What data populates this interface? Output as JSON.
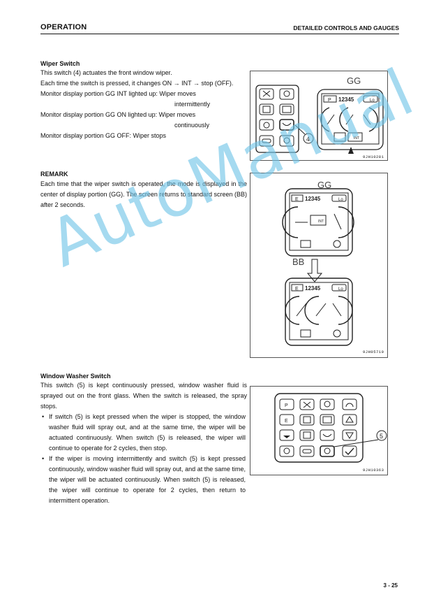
{
  "header": {
    "left": "OPERATION",
    "right": "DETAILED CONTROLS AND GAUGES"
  },
  "wiper": {
    "title": "Wiper Switch",
    "l1": "This switch (4) actuates the front window wiper.",
    "l2": "Each time the switch is pressed, it changes ON → INT → stop (OFF).",
    "l3a": "Monitor display portion GG INT lighted up: Wiper moves",
    "l3b": "intermittently",
    "l4a": "Monitor display portion GG ON lighted up: Wiper moves",
    "l4b": "continuously",
    "l5": "Monitor display portion GG OFF: Wiper stops"
  },
  "remark": {
    "title": "REMARK",
    "text": "Each time that the wiper switch is operated, the mode is displayed in the center of display portion (GG). The screen returns to standard screen (BB) after 2 seconds."
  },
  "washer": {
    "title": "Window Washer Switch",
    "intro": "This switch (5) is kept continuously pressed, window washer fluid is sprayed out on the front glass. When the switch is released, the spray stops.",
    "b1": "If switch (5) is kept pressed when the wiper is stopped, the window washer fluid will spray out, and at the same time, the wiper will be actuated continuously. When switch (5) is released, the wiper will continue to operate for 2 cycles, then stop.",
    "b2": "If the wiper is moving intermittently and switch (5) is kept pressed continuously, window washer fluid will spray out, and at the same time, the wiper will be actuated continuously. When switch (5) is released, the wiper will continue to operate for 2 cycles, then return to intermittent operation.",
    "bullet": "•"
  },
  "fig1": {
    "label_gg": "GG",
    "callout": "4",
    "caption": "9JH10281",
    "readout": "12345",
    "mode": "P",
    "lo": "Lo",
    "int": "INT"
  },
  "fig2": {
    "label_gg": "GG",
    "label_bb": "BB",
    "caption": "9JH05710",
    "readout": "12345",
    "mode": "E",
    "lo": "Lo",
    "int": "INT"
  },
  "fig3": {
    "callout": "5",
    "caption": "9JH10363",
    "keys": [
      "P",
      "E"
    ]
  },
  "watermark": "AutoManual",
  "page_number": "3 - 25"
}
